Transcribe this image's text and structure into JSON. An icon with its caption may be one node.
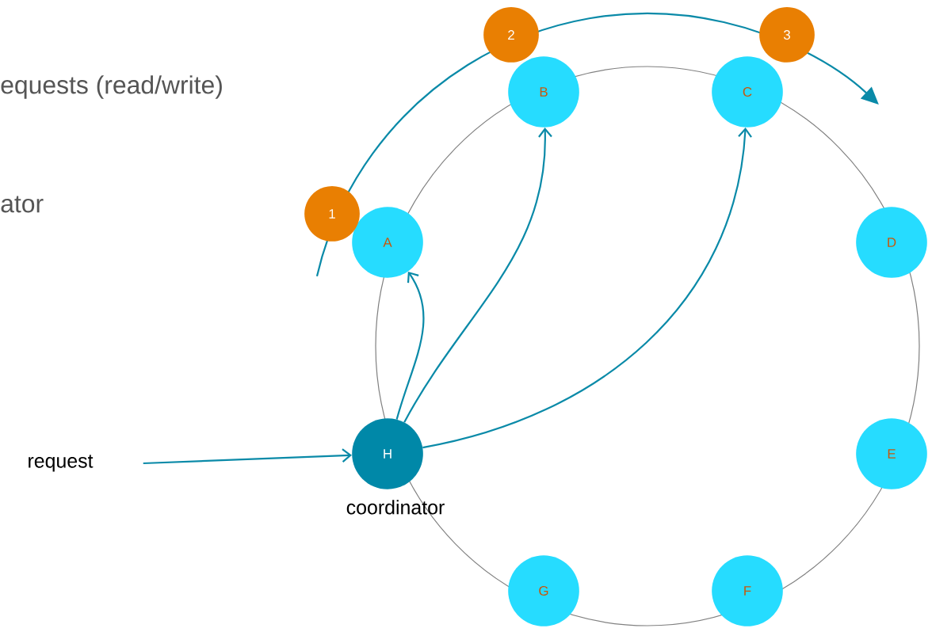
{
  "diagram": {
    "nodes": [
      {
        "text": [
          "A"
        ]
      },
      {
        "text": [
          "B"
        ]
      },
      {
        "text": [
          "C"
        ]
      },
      {
        "text": [
          "D"
        ]
      },
      {
        "text": [
          "E"
        ]
      },
      {
        "text": [
          "F"
        ]
      },
      {
        "text": [
          "G"
        ]
      },
      {
        "text": [
          "H"
        ],
        "beside": [
          "coordinator"
        ]
      },
      {
        "text": [
          "1"
        ]
      },
      {
        "text": [
          "2"
        ]
      },
      {
        "text": [
          "3"
        ]
      },
      {
        "text": [
          "request"
        ]
      }
    ],
    "edges": [
      {
        "from": 11,
        "to": 7,
        "arrow": "to"
      },
      {
        "from": 7,
        "to": 0,
        "arrow": "to"
      },
      {
        "from": 7,
        "to": 1,
        "arrow": "to"
      },
      {
        "from": 7,
        "to": 2,
        "arrow": "to"
      }
    ],
    "labels": [
      "equests (read/write)",
      "ator"
    ]
  }
}
